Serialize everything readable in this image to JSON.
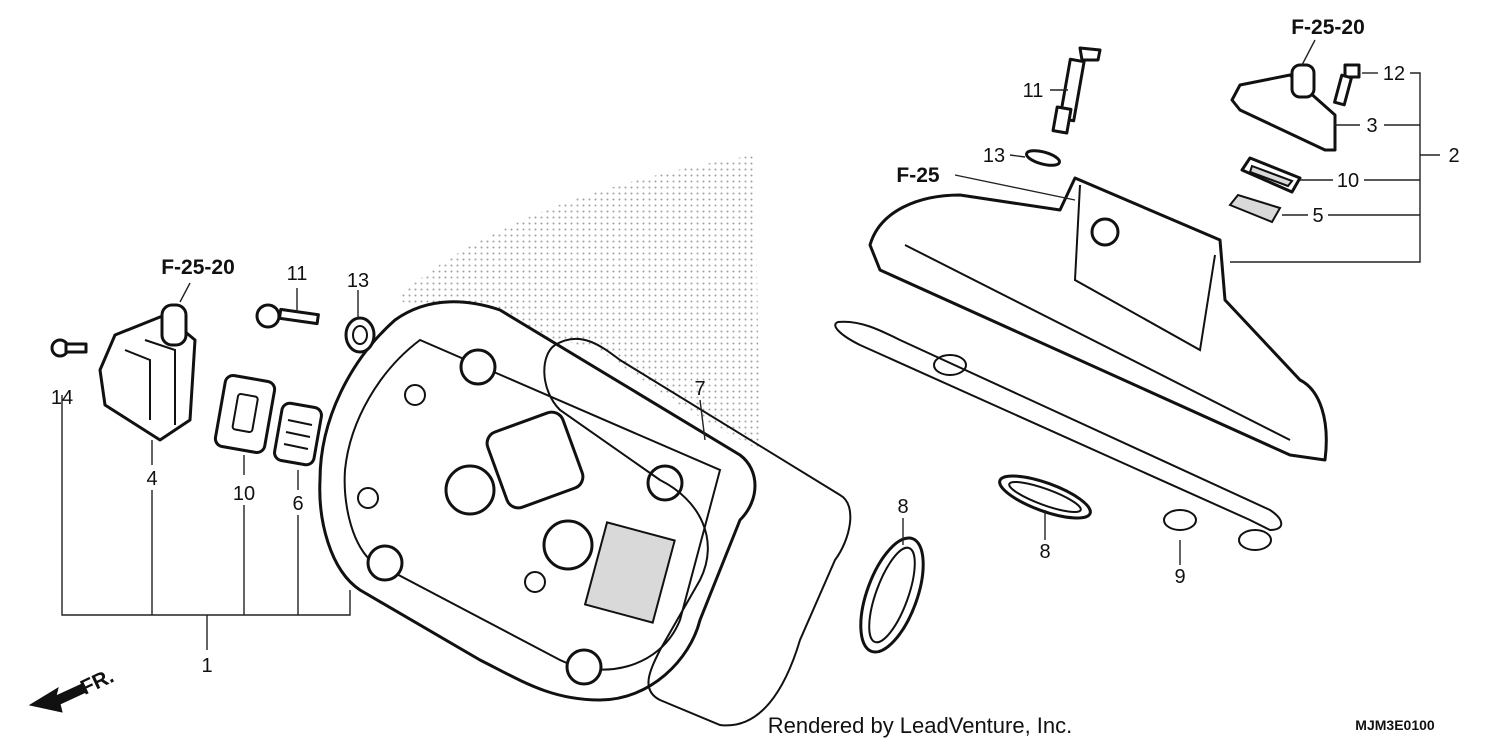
{
  "callouts": {
    "c1": "1",
    "c2": "2",
    "c3": "3",
    "c4": "4",
    "c5": "5",
    "c6": "6",
    "c7": "7",
    "c8a": "8",
    "c8b": "8",
    "c9": "9",
    "c10a": "10",
    "c10b": "10",
    "c11a": "11",
    "c11b": "11",
    "c12": "12",
    "c13a": "13",
    "c13b": "13",
    "c14": "14"
  },
  "references": {
    "left_ref": "F-25-20",
    "top_right_ref": "F-25-20",
    "mid_ref": "F-25"
  },
  "direction": {
    "front": "FR."
  },
  "footer": {
    "credit": "Rendered by LeadVenture, Inc.",
    "diagram_code": "MJM3E0100"
  },
  "colors": {
    "line": "#111111",
    "shade": "#d9d9d9",
    "background": "#ffffff"
  }
}
